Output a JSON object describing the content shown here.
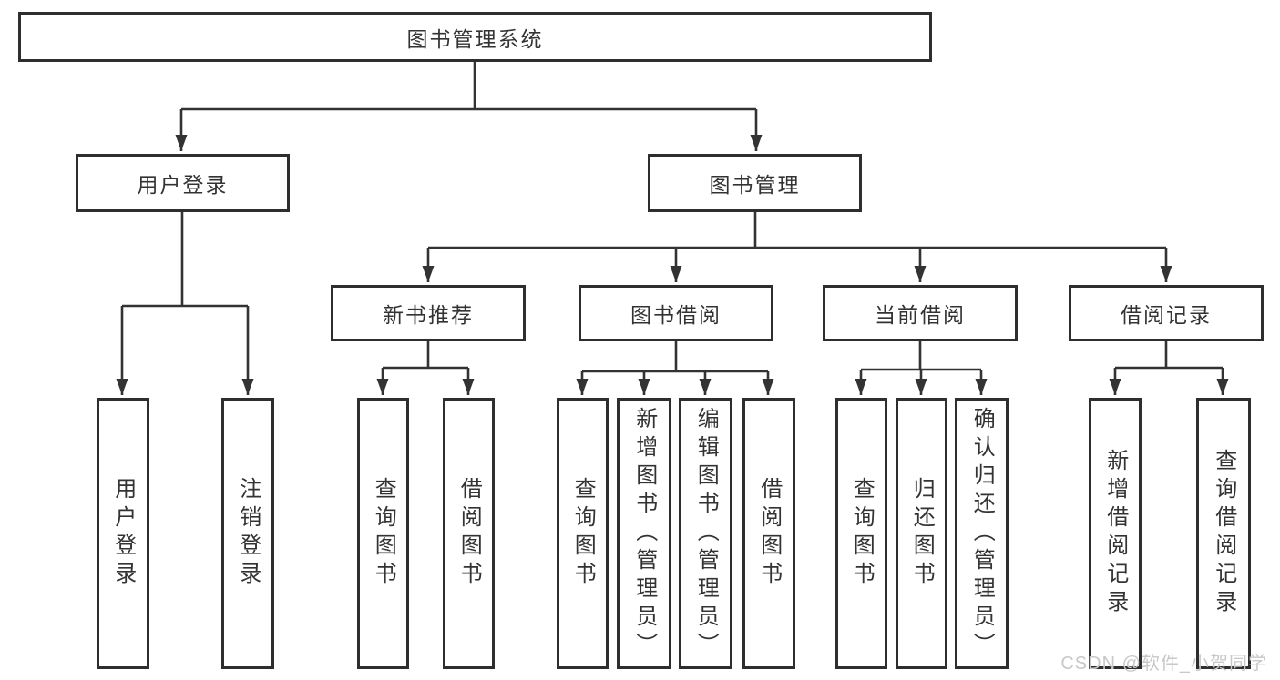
{
  "diagram": {
    "root": {
      "label": "图书管理系统"
    },
    "level2": {
      "user_login": {
        "label": "用户登录",
        "leaves": [
          "用户登录",
          "注销登录"
        ]
      },
      "book_management": {
        "label": "图书管理",
        "sections": {
          "new_books": {
            "label": "新书推荐",
            "leaves": [
              "查询图书",
              "借阅图书"
            ]
          },
          "book_borrowing": {
            "label": "图书借阅",
            "leaves": [
              "查询图书",
              "新增图书（管理员）",
              "编辑图书（管理员）",
              "借阅图书"
            ]
          },
          "current_borrowing": {
            "label": "当前借阅",
            "leaves": [
              "查询图书",
              "归还图书",
              "确认归还（管理员）"
            ]
          },
          "borrowing_records": {
            "label": "借阅记录",
            "leaves": [
              "新增借阅记录",
              "查询借阅记录"
            ]
          }
        }
      }
    }
  },
  "watermark": {
    "text": "CSDN @软件_小贺同学"
  },
  "colors": {
    "line": "#333333",
    "box_border": "#2e2e2e",
    "text": "#333333",
    "watermark": "#c8c8c8",
    "background": "#ffffff"
  }
}
